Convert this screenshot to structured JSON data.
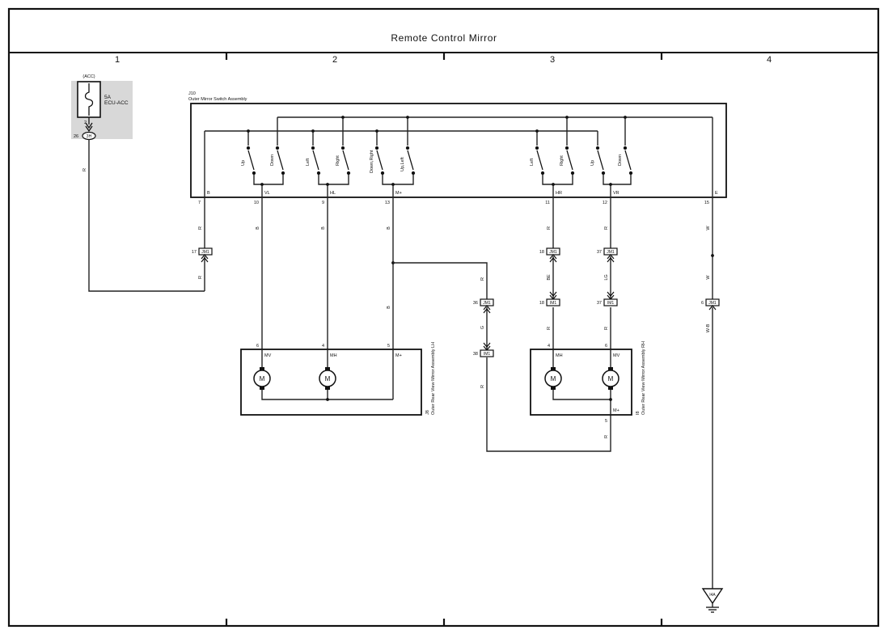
{
  "title": "Remote Control Mirror",
  "columns": [
    "1",
    "2",
    "3",
    "4"
  ],
  "fuse": {
    "power_label": "(ACC)",
    "rating": "5A",
    "name": "ECU-ACC",
    "terminal": "2",
    "connector_pin": "26",
    "connector_id": "3H"
  },
  "switch_assembly": {
    "id": "J10",
    "name": "Outer Mirror Switch Assembly",
    "switch_labels": [
      "Up",
      "Down",
      "Left",
      "Right",
      "Down,Right",
      "Up,Left",
      "Left",
      "Right",
      "Up",
      "Down"
    ],
    "terminals": [
      {
        "label": "B",
        "pin": "7"
      },
      {
        "label": "VL",
        "pin": "10"
      },
      {
        "label": "HL",
        "pin": "9"
      },
      {
        "label": "M+",
        "pin": "13"
      },
      {
        "label": "HR",
        "pin": "11"
      },
      {
        "label": "VR",
        "pin": "12"
      },
      {
        "label": "E",
        "pin": "15"
      }
    ]
  },
  "wire_colors": {
    "b_left_top": "R",
    "b_left_bottom": "R",
    "fuse_wire": "R",
    "vl": "B",
    "hl": "B",
    "mplus_top": "B",
    "mplus_lower": "B",
    "branch_r": "R",
    "branch_g": "G",
    "branch_r2": "R",
    "rh_return": "R",
    "hr_top": "R",
    "hr_mid": "BE",
    "hr_bottom": "R",
    "vr_top": "R",
    "vr_mid": "LG",
    "vr_bottom": "R",
    "e_top": "W",
    "e_mid": "W",
    "e_bottom": "W-B"
  },
  "connectors": [
    {
      "pin": "17",
      "id": "JM1"
    },
    {
      "pin": "18",
      "id": "JM1"
    },
    {
      "pin": "37",
      "id": "JM1"
    },
    {
      "pin": "36",
      "id": "JM1"
    },
    {
      "pin": "18",
      "id": "IM1"
    },
    {
      "pin": "37",
      "id": "IM1"
    },
    {
      "pin": "6",
      "id": "JM1"
    },
    {
      "pin": "38",
      "id": "IM1"
    }
  ],
  "mirror_lh": {
    "id": "J8",
    "name": "Outer Rear View Mirror Assembly LH",
    "terminals": [
      {
        "label": "MV",
        "pin": "6"
      },
      {
        "label": "MH",
        "pin": "4"
      },
      {
        "label": "M+",
        "pin": "5"
      }
    ]
  },
  "mirror_rh": {
    "id": "I8",
    "name": "Outer Rear View Mirror Assembly RH",
    "terminals": [
      {
        "label": "MH",
        "pin": "4"
      },
      {
        "label": "MV",
        "pin": "6"
      },
      {
        "label": "M+",
        "pin": "5"
      }
    ]
  },
  "motor_symbol": "M",
  "ground": "I4A"
}
